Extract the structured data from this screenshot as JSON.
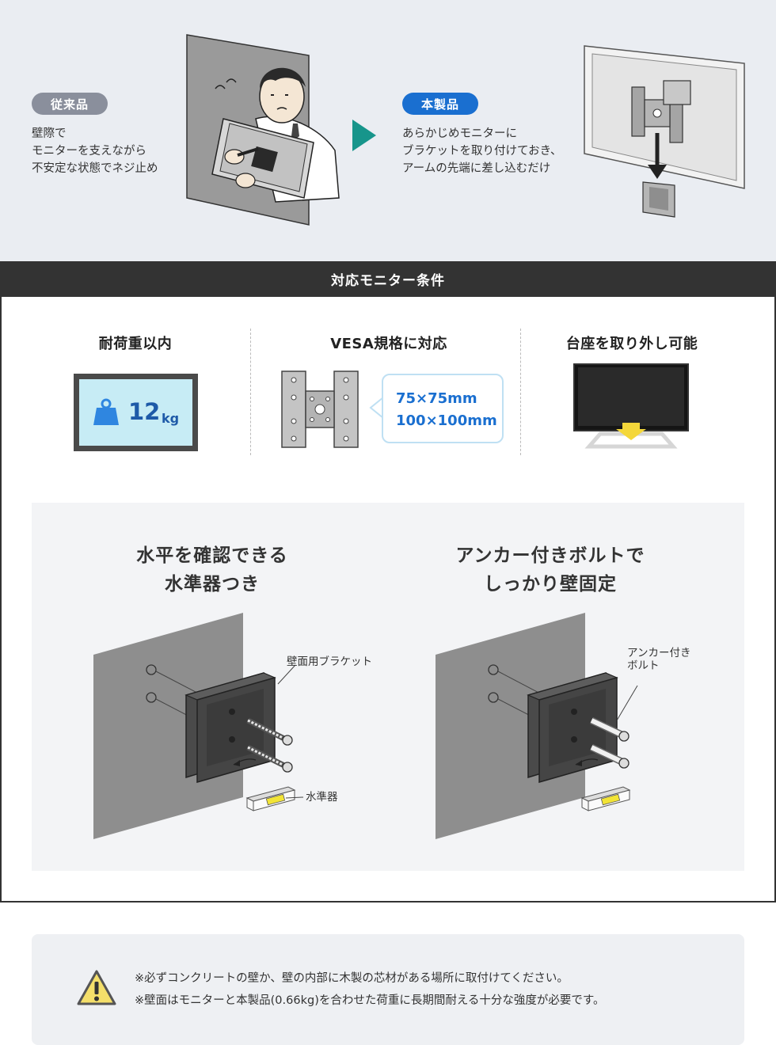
{
  "top": {
    "old_badge": "従来品",
    "old_desc": [
      "壁際で",
      "モニターを支えながら",
      "不安定な状態でネジ止め"
    ],
    "new_badge": "本製品",
    "new_desc": [
      "あらかじめモニターに",
      "ブラケットを取り付けておき、",
      "アームの先端に差し込むだけ"
    ]
  },
  "conditions": {
    "header": "対応モニター条件",
    "features": [
      {
        "title": "耐荷重以内",
        "weight_value": "12",
        "weight_unit": "kg"
      },
      {
        "title": "VESA規格に対応",
        "vesa": [
          "75×75mm",
          "100×100mm"
        ]
      },
      {
        "title": "台座を取り外し可能"
      }
    ]
  },
  "panel": {
    "left_title": [
      "水平を確認できる",
      "水準器つき"
    ],
    "left_labels": {
      "bracket": "壁面用ブラケット",
      "level": "水準器"
    },
    "right_title": [
      "アンカー付きボルトで",
      "しっかり壁固定"
    ],
    "right_labels": {
      "bolt": [
        "アンカー付き",
        "ボルト"
      ]
    }
  },
  "warning": {
    "icon": "warning-triangle-icon",
    "lines": [
      "※必ずコンクリートの壁か、壁の内部に木製の芯材がある場所に取付けてください。",
      "※壁面はモニターと本製品(0.66kg)を合わせた荷重に長期間耐える十分な強度が必要です。"
    ]
  },
  "colors": {
    "accent_blue": "#1a6fd0",
    "arrow_teal": "#17958b",
    "old_gray": "#8a8f9c",
    "level_yellow": "#f2e436"
  }
}
